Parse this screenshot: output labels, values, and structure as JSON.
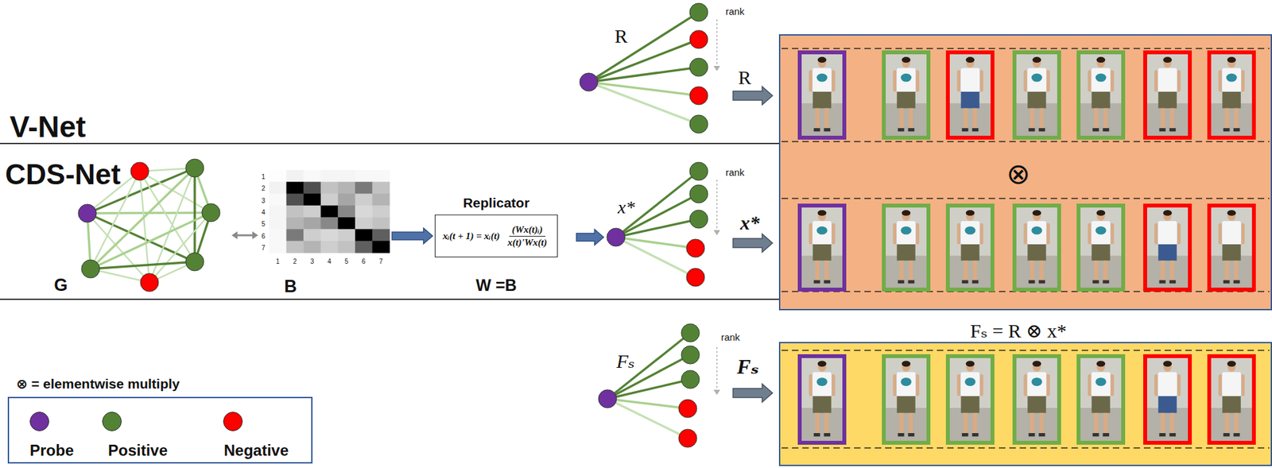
{
  "diagram": {
    "nodes": [
      {
        "text": [
          "⊗"
        ]
      },
      {
        "text": [
          "B"
        ]
      },
      {
        "text": [
          "Replicator",
          "xᵢ(t + 1) = xᵢ(t)",
          "(Wx(t)ᵢ)",
          "x(t)'Wx(t)"
        ]
      },
      {
        "text": [
          "Fₛ = R ⊗ x*"
        ]
      }
    ],
    "edges": [
      {
        "from": 1,
        "to": 2,
        "arrow": "to"
      }
    ],
    "labels": [
      "R",
      "rank",
      "R",
      "V-Net",
      "CDS-Net",
      "1",
      "2",
      "3",
      "4",
      "5",
      "6",
      "7",
      "1",
      "2",
      "3",
      "4",
      "5",
      "6",
      "7",
      "rank",
      "x*",
      "x*",
      "G",
      "W =B",
      "Fₛ",
      "rank",
      "Fₛ",
      "⊗ = elementwise multiply"
    ],
    "legend": [
      {
        "text": "Probe",
        "color": "#7030a0"
      },
      {
        "text": "Positive",
        "color": "#548235"
      },
      {
        "text": "Negative",
        "color": "#ff0000"
      }
    ]
  }
}
